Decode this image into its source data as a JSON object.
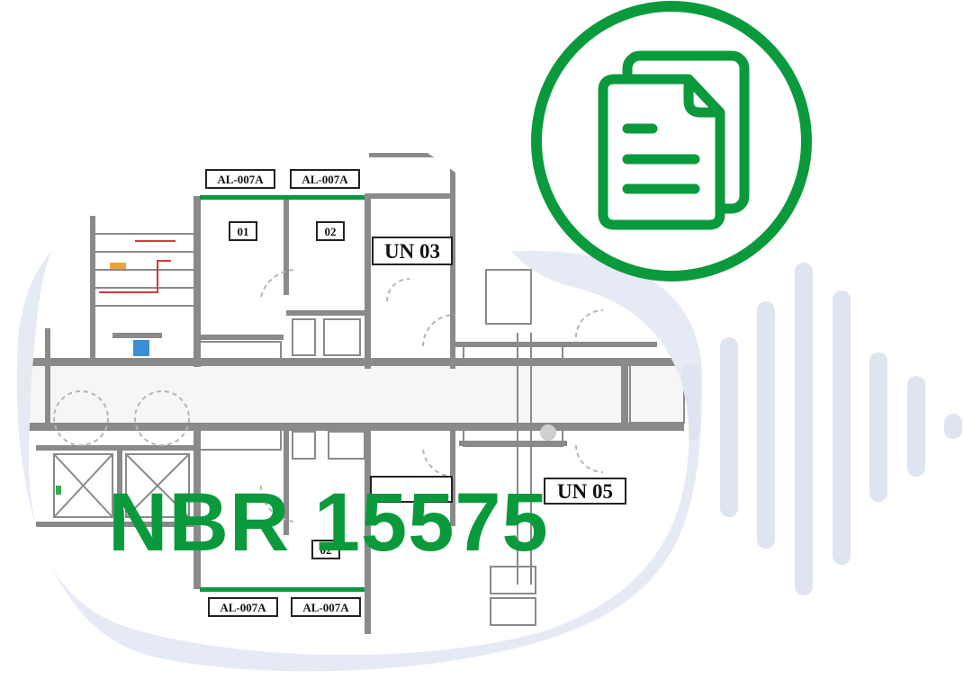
{
  "title": "NBR 15575",
  "plan_labels": {
    "tag_top_left": "AL-007A",
    "tag_top_right": "AL-007A",
    "tag_bottom_left": "AL-007A",
    "tag_bottom_right": "AL-007A",
    "room_01": "01",
    "room_02": "02",
    "room_02_lower": "02",
    "unit_03": "UN 03",
    "unit_05": "UN 05"
  },
  "colors": {
    "accent": "#0a9a3c",
    "blob": "#e6eaf5",
    "soundwave": "#dfe4f1"
  },
  "icons": [
    "document-copy-icon",
    "soundwave-icon"
  ]
}
